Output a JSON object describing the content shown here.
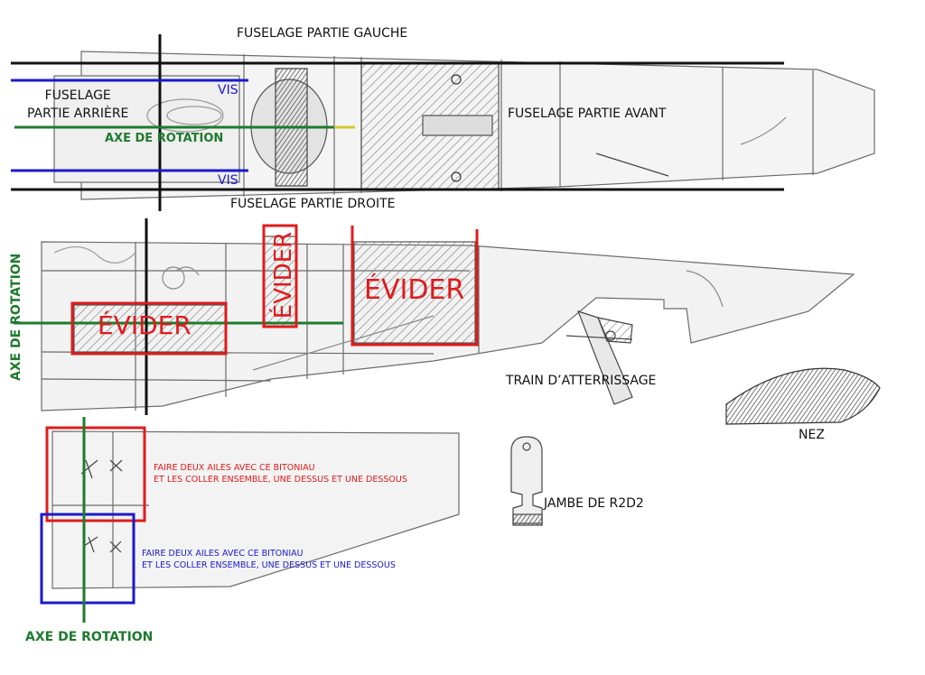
{
  "labels": {
    "fuselage_gauche": "FUSELAGE PARTIE GAUCHE",
    "fuselage_arriere": "FUSELAGE\nPARTIE ARRIÈRE",
    "vis_top": "VIS",
    "vis_bottom": "VIS",
    "axe_rotation_top": "AXE DE ROTATION",
    "fuselage_avant": "FUSELAGE PARTIE AVANT",
    "fuselage_droite": "FUSELAGE PARTIE DROITE",
    "axe_rotation_vertical": "AXE DE ROTATION",
    "evider_1": "ÉVIDER",
    "evider_2": "ÉVIDER",
    "evider_3": "ÉVIDER",
    "train": "TRAIN D’ATTERRISSAGE",
    "nez": "NEZ",
    "note_red": "FAIRE DEUX AILES AVEC CE BITONIAU\nET LES COLLER ENSEMBLE, UNE DESSUS ET UNE DESSOUS",
    "note_blue": "FAIRE DEUX AILES AVEC CE BITONIAU\nET LES COLLER ENSEMBLE, UNE DESSUS ET UNE DESSOUS",
    "jambe": "JAMBE DE R2D2",
    "axe_rotation_bottom": "AXE DE ROTATION"
  },
  "colors": {
    "black": "#111111",
    "blue": "#1a1acc",
    "green": "#1f7a2e",
    "red": "#e01b1b",
    "pencil": "#555555",
    "hatch": "#8a8a8a"
  }
}
